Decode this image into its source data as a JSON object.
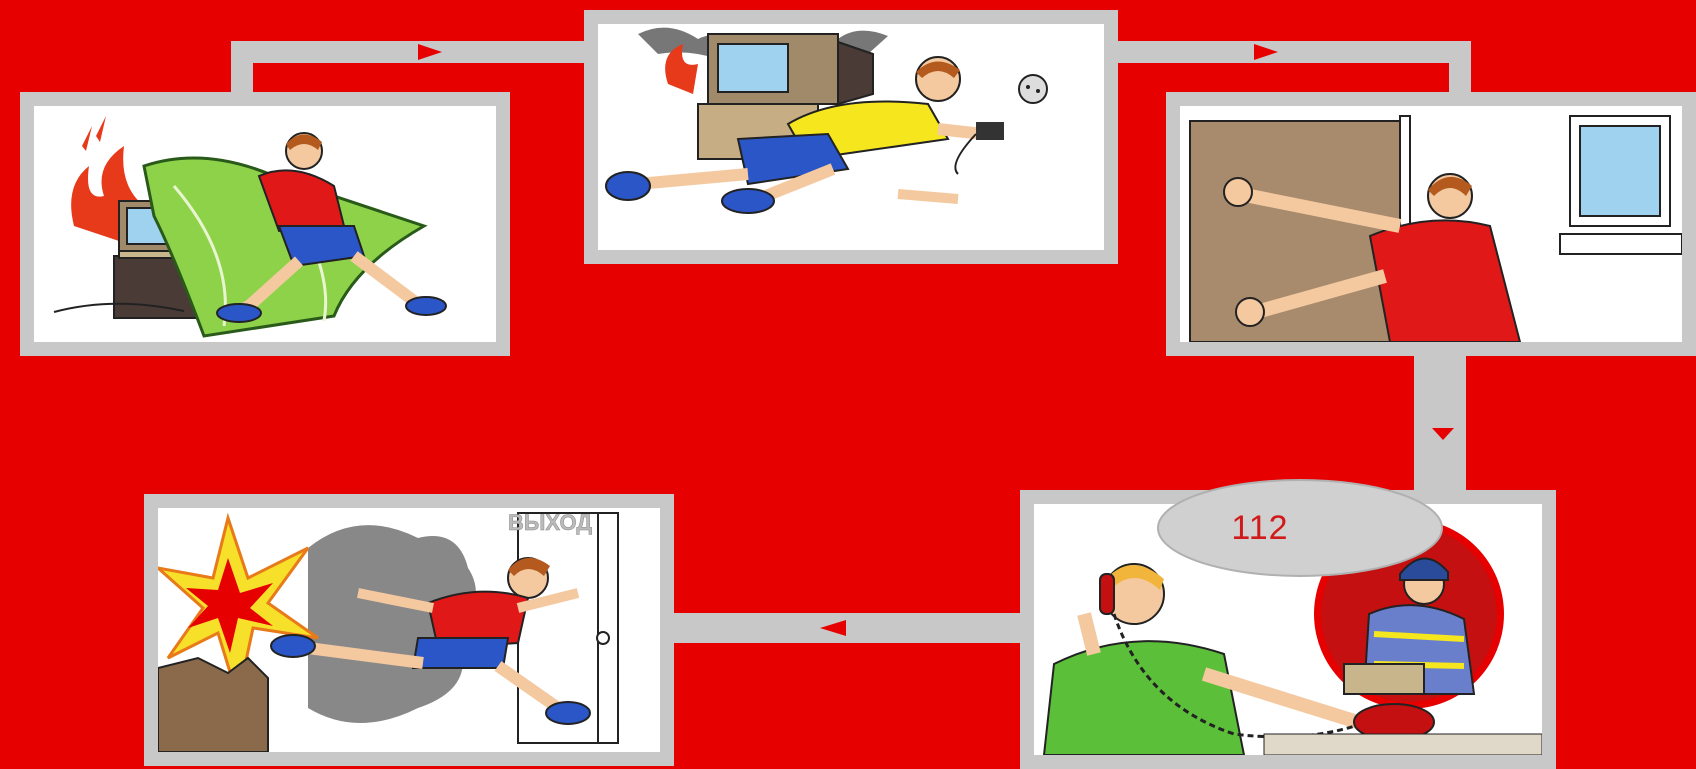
{
  "colors": {
    "background": "#e60000",
    "frame": "#c8c8c8",
    "arrow": "#e60000",
    "phone_text": "#d11a1a"
  },
  "steps": [
    {
      "id": "cover-tv-with-blanket",
      "icon": "boy-covers-burning-tv-with-blanket"
    },
    {
      "id": "unplug-tv",
      "icon": "boy-unplugs-smoking-tv"
    },
    {
      "id": "close-door-and-window",
      "icon": "boy-closes-door"
    },
    {
      "id": "call-emergency",
      "icon": "boy-calls-firefighter",
      "phone_number": "112"
    },
    {
      "id": "escape-room",
      "icon": "boy-runs-from-explosion-through-exit",
      "door_sign": "ВЫХОД"
    }
  ],
  "flow": {
    "order": [
      "cover-tv-with-blanket",
      "unplug-tv",
      "close-door-and-window",
      "call-emergency",
      "escape-room"
    ]
  }
}
